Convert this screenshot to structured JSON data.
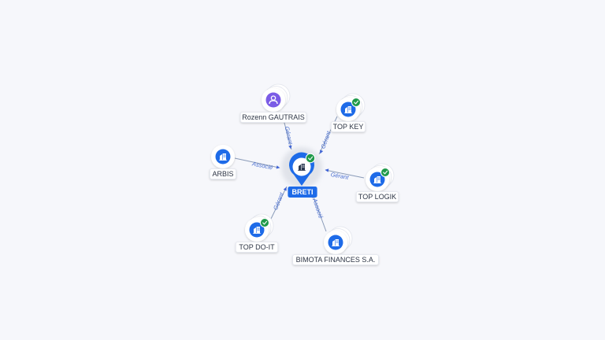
{
  "colors": {
    "company": "#1e6be8",
    "person": "#7b5ce6",
    "verified": "#1f9a4a",
    "edge": "#8a9bb8",
    "edge_label": "#4a6fd1"
  },
  "center": {
    "label": "BRETI",
    "icon": "building-icon",
    "verified": true
  },
  "nodes": [
    {
      "id": "rozenn",
      "label": "Rozenn GAUTRAIS",
      "type": "person",
      "icon": "person-icon",
      "verified": false,
      "stacked": true,
      "edge_label": "Gérant"
    },
    {
      "id": "topkey",
      "label": "TOP KEY",
      "type": "company",
      "icon": "building-icon",
      "verified": true,
      "stacked": true,
      "edge_label": "Gérant"
    },
    {
      "id": "arbis",
      "label": "ARBIS",
      "type": "company",
      "icon": "building-icon",
      "verified": false,
      "stacked": false,
      "edge_label": "Associé"
    },
    {
      "id": "toplogik",
      "label": "TOP LOGIK",
      "type": "company",
      "icon": "building-icon",
      "verified": true,
      "stacked": true,
      "edge_label": "Gérant"
    },
    {
      "id": "topdoit",
      "label": "TOP DO-IT",
      "type": "company",
      "icon": "building-icon",
      "verified": true,
      "stacked": true,
      "edge_label": "Gérant"
    },
    {
      "id": "bimota",
      "label": "BIMOTA FINANCES S.A.",
      "type": "company",
      "icon": "building-icon",
      "verified": false,
      "stacked": true,
      "edge_label": "Associé"
    }
  ]
}
